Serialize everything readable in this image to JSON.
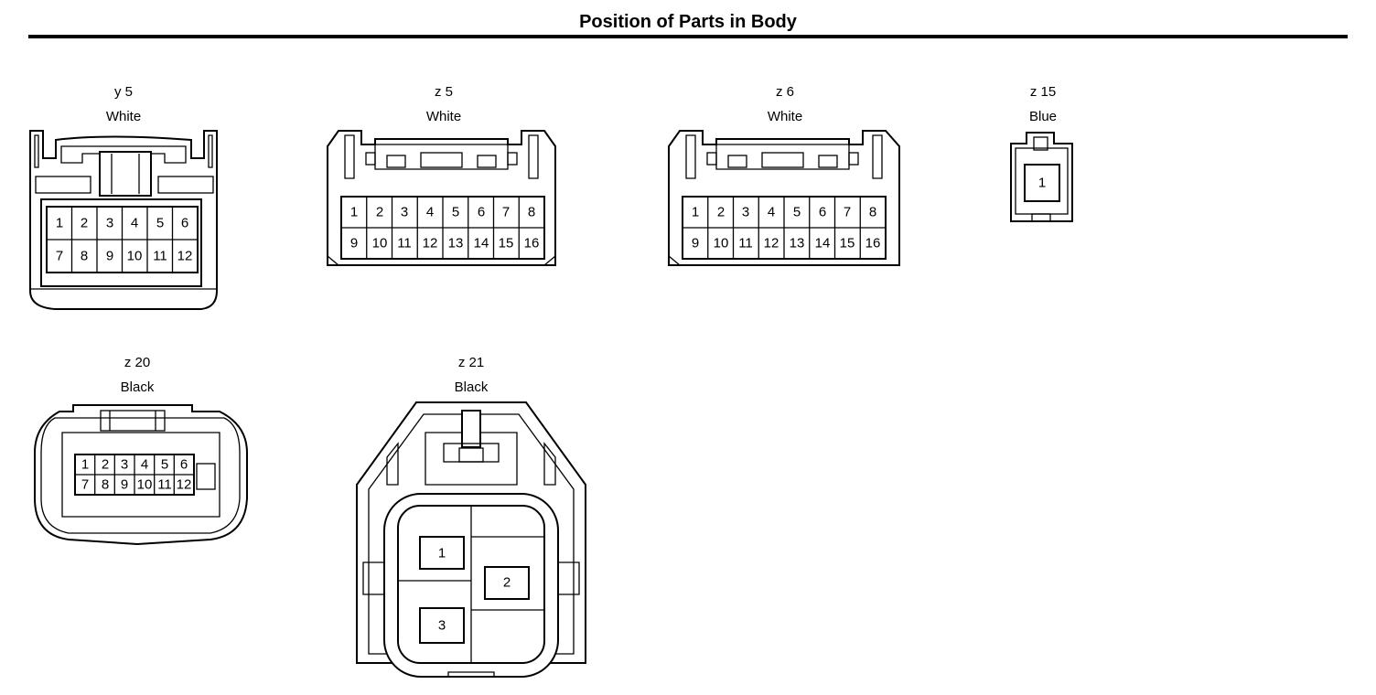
{
  "page": {
    "title": "Position of Parts in Body"
  },
  "connectors": {
    "y5": {
      "code": "y 5",
      "color": "White",
      "pins": [
        "1",
        "2",
        "3",
        "4",
        "5",
        "6",
        "7",
        "8",
        "9",
        "10",
        "11",
        "12"
      ]
    },
    "z5": {
      "code": "z 5",
      "color": "White",
      "pins": [
        "1",
        "2",
        "3",
        "4",
        "5",
        "6",
        "7",
        "8",
        "9",
        "10",
        "11",
        "12",
        "13",
        "14",
        "15",
        "16"
      ]
    },
    "z6": {
      "code": "z 6",
      "color": "White",
      "pins": [
        "1",
        "2",
        "3",
        "4",
        "5",
        "6",
        "7",
        "8",
        "9",
        "10",
        "11",
        "12",
        "13",
        "14",
        "15",
        "16"
      ]
    },
    "z15": {
      "code": "z 15",
      "color": "Blue",
      "pins": [
        "1"
      ]
    },
    "z20": {
      "code": "z 20",
      "color": "Black",
      "pins": [
        "1",
        "2",
        "3",
        "4",
        "5",
        "6",
        "7",
        "8",
        "9",
        "10",
        "11",
        "12"
      ]
    },
    "z21": {
      "code": "z 21",
      "color": "Black",
      "pins": [
        "1",
        "2",
        "3"
      ]
    }
  }
}
